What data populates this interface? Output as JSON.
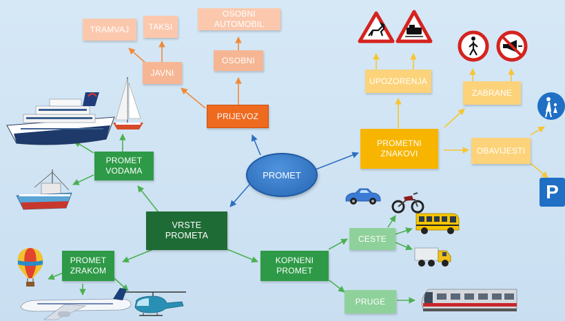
{
  "nodes": {
    "promet": "PROMET",
    "vrste_prometa": "VRSTE\nPROMETA",
    "prijevoz": "PRIJEVOZ",
    "javni": "JAVNI",
    "tramvaj": "TRAMVAJ",
    "taksi": "TAKSI",
    "osobni": "OSOBNI",
    "osobni_automobil": "OSOBNI\nAUTOMOBIL",
    "prometni_znakovi": "PROMETNI\nZNAKOVI",
    "upozorenja": "UPOZORENJA",
    "zabrane": "ZABRANE",
    "obavijesti": "OBAVIJESTI",
    "promet_vodama": "PROMET\nVODAMA",
    "promet_zrakom": "PROMET\nZRAKOM",
    "kopneni_promet": "KOPNENI\nPROMET",
    "ceste": "CESTE",
    "pruge": "PRUGE"
  },
  "signs": {
    "parking": "P"
  },
  "colors": {
    "blue_arrow": "#2f6fc0",
    "green_arrow": "#4cb050",
    "orange_arrow": "#f08a3a",
    "yellow_arrow": "#f7c531",
    "dark_green": "#1f6b35",
    "green": "#2e9a47",
    "light_green": "#8fd19a",
    "dark_orange": "#ee6a1f",
    "light_orange": "#f6b693",
    "lighter_orange": "#fbc8ad",
    "yellow": "#f7b500",
    "light_yellow": "#fcd37a"
  },
  "icons": [
    "cruise-ship-icon",
    "sailboat-icon",
    "fishing-boat-icon",
    "hot-air-balloon-icon",
    "airplane-icon",
    "helicopter-icon",
    "convertible-car-icon",
    "motorcycle-icon",
    "school-bus-icon",
    "dump-truck-icon",
    "train-icon",
    "deer-warning-sign-icon",
    "train-warning-sign-icon",
    "no-pedestrians-sign-icon",
    "no-horn-sign-icon",
    "pedestrian-crossing-sign-icon",
    "parking-sign-icon"
  ]
}
